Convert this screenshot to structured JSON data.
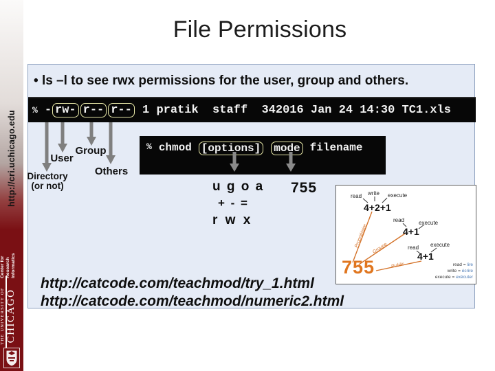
{
  "slide": {
    "title": "File Permissions",
    "bullet_marker": "•",
    "bullet": "ls –l to see rwx permissions for the user, group and others."
  },
  "sidebar": {
    "url": "http://cri.uchicago.edu",
    "org_line1": "Center for",
    "org_line2": "Research",
    "org_line3": "Informatics",
    "univ_small": "THE UNIVERSITY OF",
    "univ_big": "CHICAGO"
  },
  "terminal_ls": {
    "prompt": "%",
    "dir_flag": "-",
    "perm_user": "rw-",
    "perm_group": "r--",
    "perm_others": "r--",
    "rest": " 1 pratik  staff  342016 Jan 24 14:30 TC1.xls"
  },
  "callouts": {
    "user": "User",
    "group": "Group",
    "others": "Others",
    "directory_line1": "Directory",
    "directory_line2": "(or not)"
  },
  "terminal_chmod": {
    "prompt": "%",
    "command": "chmod",
    "options": "[options]",
    "mode": "mode",
    "filename": "filename"
  },
  "symbolic": {
    "who": "u g o a",
    "ops": "+ - =",
    "perms": "r w x"
  },
  "numeric_mode": "755",
  "diagram": {
    "read": "read",
    "write": "write",
    "execute": "execute",
    "sum_user": "4+2+1",
    "sum_group": "4+1",
    "sum_others": "4+1",
    "total": "755",
    "line_label_user": "Propriétaire",
    "line_label_group": "Groupe",
    "line_label_others": "Public",
    "legend": [
      {
        "en": "read",
        "eq": "=",
        "tr": "lire"
      },
      {
        "en": "write",
        "eq": "=",
        "tr": "écrire"
      },
      {
        "en": "execute",
        "eq": "=",
        "tr": "exécuter"
      }
    ]
  },
  "links": {
    "link1": "http://catcode.com/teachmod/try_1.html",
    "link2": "http://catcode.com/teachmod/numeric2.html"
  },
  "colors": {
    "accent_orange": "#d4732a",
    "terminal_bg": "#070707",
    "highlight_yellow": "#e8e8a8",
    "maroon": "#7a1014",
    "panel_blue": "#e5ebf6"
  }
}
